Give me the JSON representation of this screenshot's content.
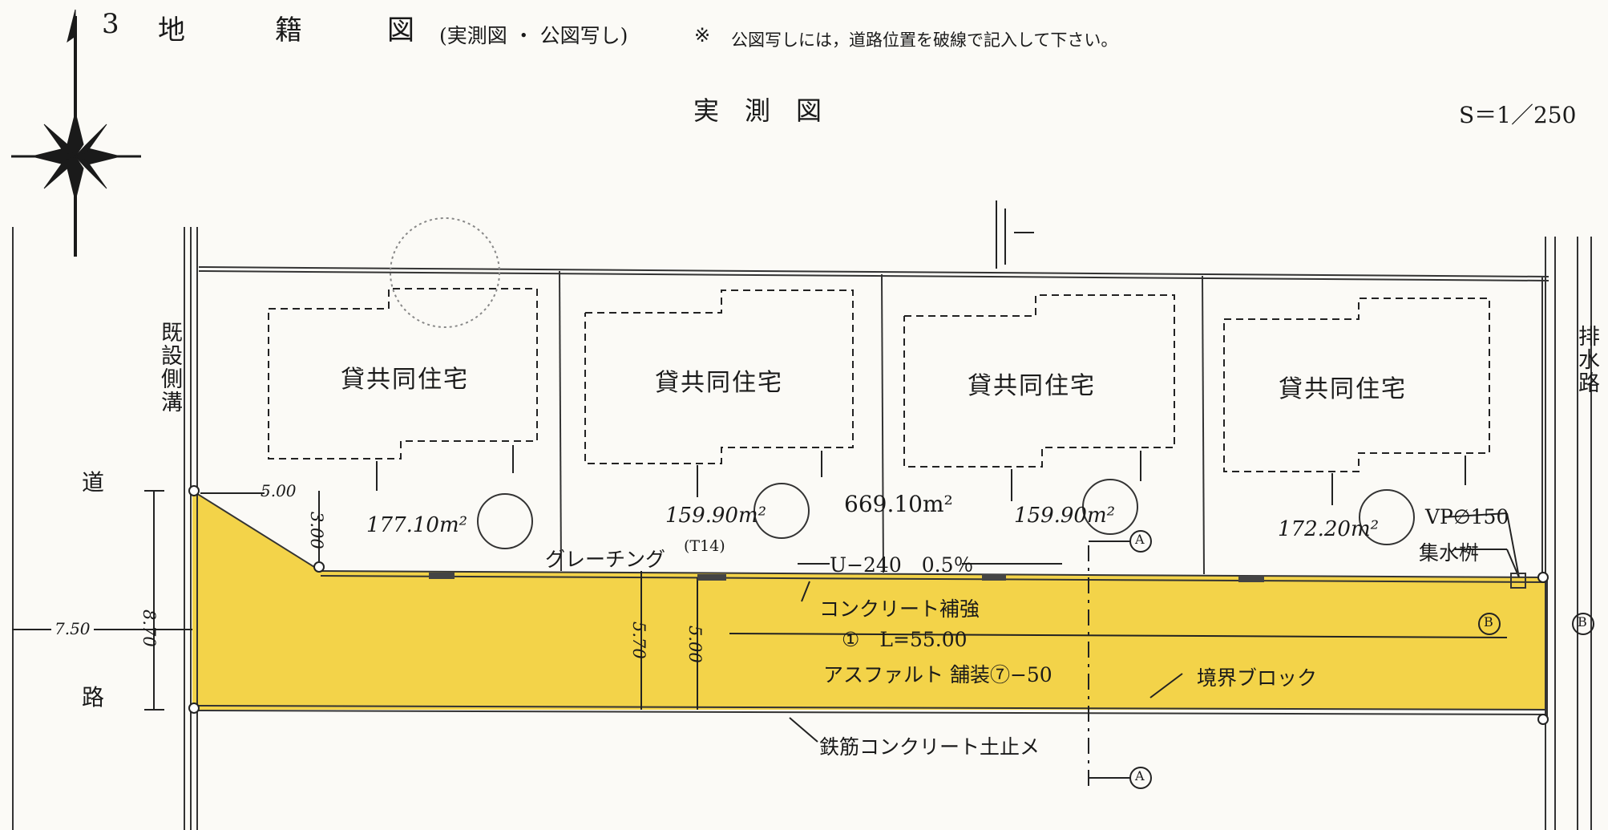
{
  "header": {
    "section_number": "3",
    "title_chars": [
      "地",
      "籍",
      "図"
    ],
    "title_sub": "(実測図 ・ 公図写し)",
    "note_mark": "※",
    "note": "公図写しには，道路位置を破線で記入して下さい。"
  },
  "drawing": {
    "title": "実　測　図",
    "scale": "S＝1／250"
  },
  "lots": [
    {
      "building": "貸共同住宅",
      "area": "177.10m²"
    },
    {
      "building": "貸共同住宅",
      "area": "159.90m²"
    },
    {
      "building": "貸共同住宅",
      "area": "159.90m²"
    },
    {
      "building": "貸共同住宅",
      "area": "172.20m²"
    }
  ],
  "total_area": "669.10m²",
  "annotations": {
    "grating": "グレーチング",
    "grating_code": "(T14)",
    "gutter": "U−240　0.5％",
    "concrete": "コンクリート補強",
    "road_length": "①　L=55.00",
    "asphalt": "アスファルト 舗装⑦−50",
    "boundary_block": "境界ブロック",
    "retaining": "鉄筋コンクリート土止メ",
    "vp": "VP∅150",
    "catch_basin": "集水桝",
    "section_a": "A",
    "section_b": "B"
  },
  "side_labels": {
    "existing_ditch": "既設側溝",
    "drain": "排水路",
    "road_top": "道",
    "road_bottom": "路"
  },
  "dimensions": {
    "d_500_top": "5.00",
    "d_300": "3.00",
    "d_570": "5.70",
    "d_500_mid": "5.00",
    "d_870": "8.70",
    "d_750": "7.50"
  },
  "colors": {
    "road_fill": "#f2cf3a",
    "ink": "#1a1a1a",
    "paper": "#fbfaf6"
  },
  "icons": {
    "compass": "north-compass-icon"
  }
}
